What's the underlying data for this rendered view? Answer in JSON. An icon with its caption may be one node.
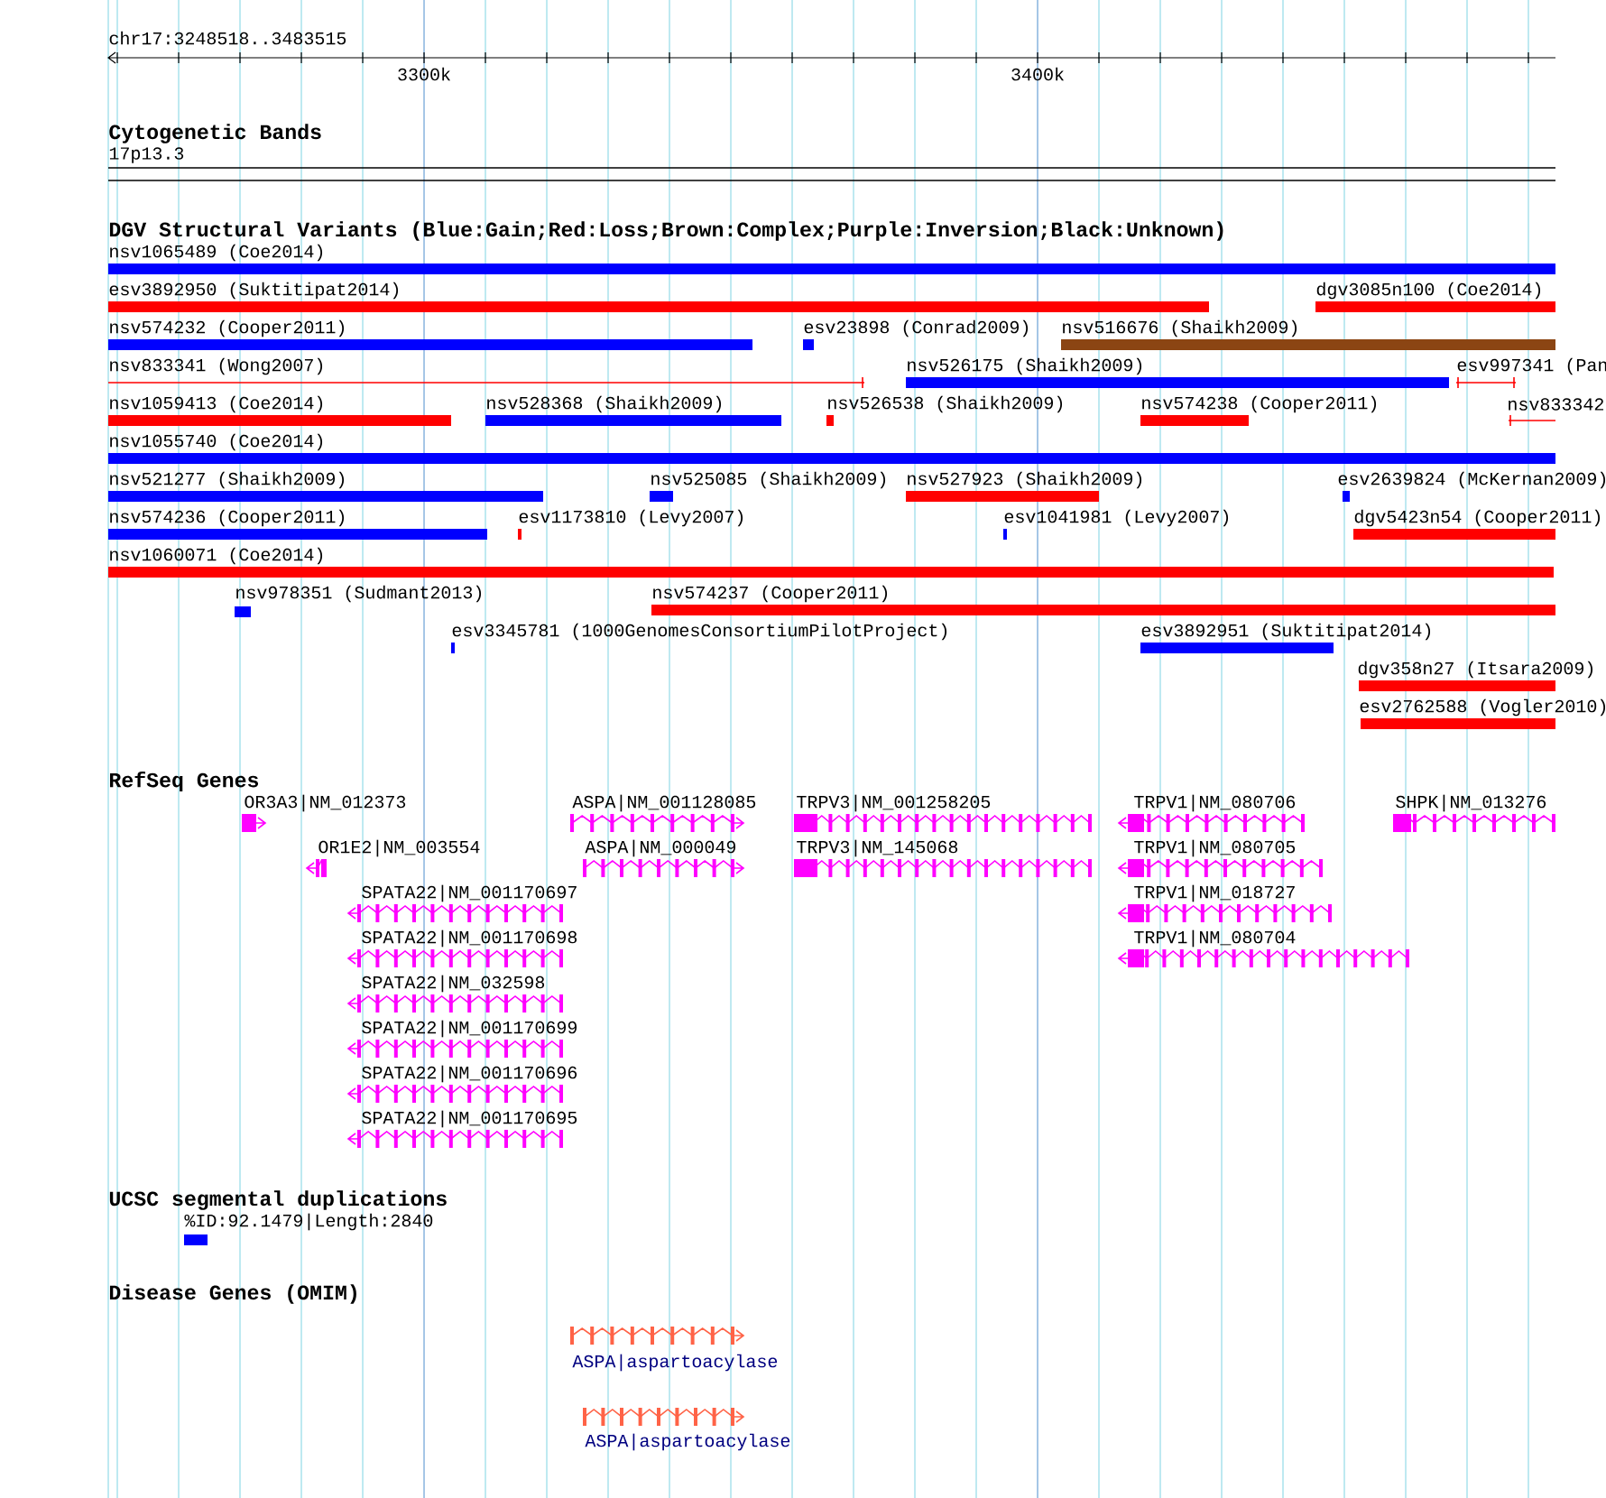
{
  "diagram": {
    "labels": [
      "chr17:3248518..3483515",
      "3300k",
      "3400k",
      "Cytogenetic Bands",
      "17p13.3",
      "DGV Structural Variants (Blue:Gain;Red:Loss;Brown:Complex;Purple:Inversion;Black:Unknown)",
      "nsv1065489 (Coe2014)",
      "esv3892950 (Suktitipat2014)",
      "dgv3085n100 (Coe2014)",
      "nsv574232 (Cooper2011)",
      "esv23898 (Conrad2009)",
      "nsv516676 (Shaikh2009)",
      "nsv833341 (Wong2007)",
      "nsv526175 (Shaikh2009)",
      "esv997341 (Pan",
      "nsv1059413 (Coe2014)",
      "nsv528368 (Shaikh2009)",
      "nsv526538 (Shaikh2009)",
      "nsv574238 (Cooper2011)",
      "nsv833342",
      "nsv1055740 (Coe2014)",
      "nsv521277 (Shaikh2009)",
      "nsv525085 (Shaikh2009)",
      "nsv527923 (Shaikh2009)",
      "esv2639824 (McKernan2009)",
      "nsv574236 (Cooper2011)",
      "esv1173810 (Levy2007)",
      "esv1041981 (Levy2007)",
      "dgv5423n54 (Cooper2011)",
      "nsv1060071 (Coe2014)",
      "nsv978351 (Sudmant2013)",
      "nsv574237 (Cooper2011)",
      "esv3345781 (1000GenomesConsortiumPilotProject)",
      "esv3892951 (Suktitipat2014)",
      "dgv358n27 (Itsara2009)",
      "esv2762588 (Vogler2010)",
      "RefSeq Genes",
      "OR3A3|NM_012373",
      "ASPA|NM_001128085",
      "TRPV3|NM_001258205",
      "TRPV1|NM_080706",
      "SHPK|NM_013276",
      "OR1E2|NM_003554",
      "ASPA|NM_000049",
      "TRPV3|NM_145068",
      "TRPV1|NM_080705",
      "SPATA22|NM_001170697",
      "TRPV1|NM_018727",
      "SPATA22|NM_001170698",
      "TRPV1|NM_080704",
      "SPATA22|NM_032598",
      "SPATA22|NM_001170699",
      "SPATA22|NM_001170696",
      "SPATA22|NM_001170695",
      "UCSC segmental duplications",
      "%ID:92.1479|Length:2840",
      "Disease Genes (OMIM)",
      "ASPA|aspartoacylase",
      "ASPA|aspartoacylase"
    ]
  }
}
